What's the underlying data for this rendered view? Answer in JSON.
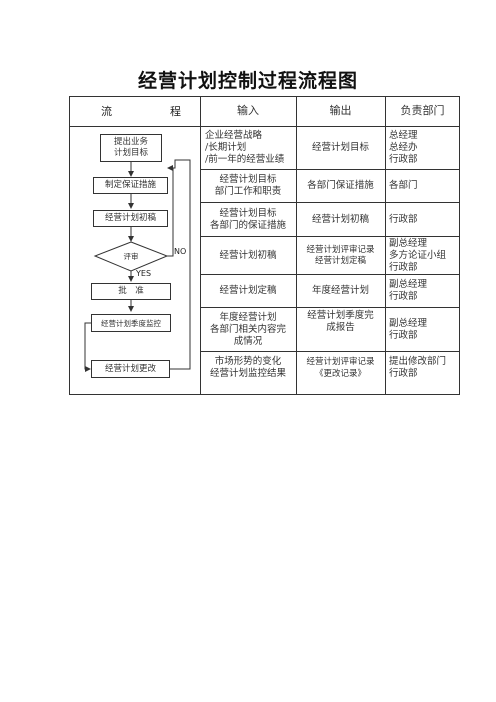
{
  "document": {
    "title": "经营计划控制过程流程图"
  },
  "table": {
    "headers": {
      "flow_left": "流",
      "flow_right": "程",
      "input": "输入",
      "output": "输出",
      "department": "负责部门"
    },
    "rows": [
      {
        "input": "企业经营战略\n/长期计划\n /前一年的经营业绩",
        "output": "经营计划目标",
        "department": "总经理\n总经办\n行政部"
      },
      {
        "input": "经营计划目标\n部门工作和职责",
        "output": "各部门保证措施",
        "department": "各部门"
      },
      {
        "input": "经营计划目标\n各部门的保证措施",
        "output": "经营计划初稿",
        "department": "行政部"
      },
      {
        "input": "经营计划初稿",
        "output": "经营计划评审记录\n经营计划定稿",
        "department": "副总经理\n多方论证小组\n行政部"
      },
      {
        "input": "经营计划定稿",
        "output": "年度经营计划",
        "department": "副总经理\n行政部"
      },
      {
        "input": "年度经营计划\n各部门相关内容完\n成情况",
        "output": "经营计划季度完\n成报告",
        "department": "副总经理\n行政部"
      },
      {
        "input": "市场形势的变化\n经营计划监控结果",
        "output": "经营计划评审记录\n《更改记录》",
        "department": "提出修改部门\n行政部"
      }
    ]
  },
  "flowchart": {
    "nodes": [
      "提出业务\n计划目标",
      "制定保证措施",
      "经营计划初稿",
      "评审",
      "批　准",
      "经营计划季度监控",
      "经营计划更改"
    ],
    "no_label": "NO",
    "yes_label": "YES"
  }
}
